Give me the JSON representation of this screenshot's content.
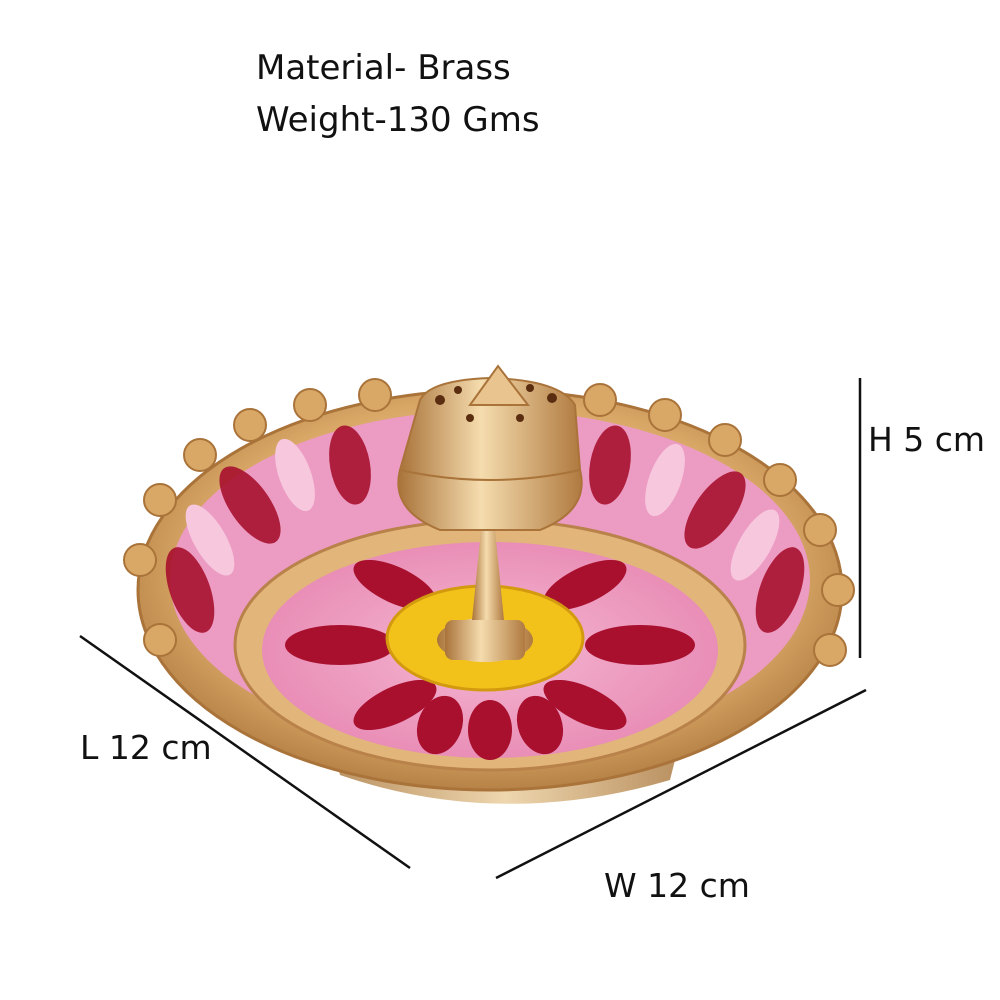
{
  "specs": {
    "material": "Material- Brass",
    "weight": "Weight-130 Gms"
  },
  "dimensions": {
    "height": "H 5 cm",
    "length": "L 12 cm",
    "width": "W 12 cm"
  },
  "colors": {
    "brass_light": "#f3dcb0",
    "brass": "#d9a867",
    "brass_dark": "#a9733a",
    "pink": "#f2a6c8",
    "magenta": "#e0397a",
    "maroon": "#a8102e",
    "yellow": "#f2c21a",
    "line": "#111111"
  }
}
